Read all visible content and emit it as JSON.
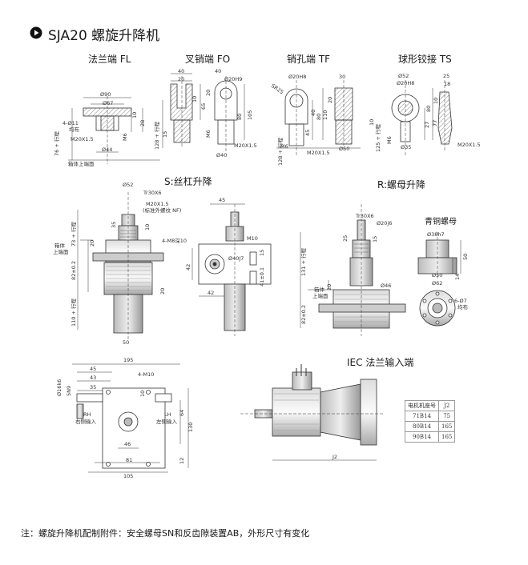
{
  "title": "SJA20 螺旋升降机",
  "sections": {
    "fl": "法兰端 FL",
    "fo": "叉销端 FO",
    "tf": "销孔端 TF",
    "ts": "球形铰接 TS",
    "s_screw": "S:丝杠升降",
    "r_nut": "R:螺母升降",
    "bronze_nut": "青铜螺母",
    "iec": "IEC 法兰输入端"
  },
  "fl_dims": {
    "d90": "Ø90",
    "d67": "Ø67",
    "holes": "4-Ø11",
    "holes2": "均布",
    "m20": "M20X1.5",
    "m6": "M6",
    "l10": "10",
    "l28": "28",
    "d44": "Ø44",
    "stroke76": "76 + 行程",
    "base": "箱体上端面"
  },
  "fo_dims": {
    "w40": "40",
    "w20": "20",
    "d20h9": "Ø20H9",
    "l40": "40",
    "l65": "65",
    "l105": "105",
    "l80": "80",
    "l10": "10",
    "l20": "20",
    "l15": "15",
    "m6": "M6",
    "stroke128": "128 + 行程",
    "d40": "Ø40",
    "m20": "M20X1.5"
  },
  "tf_dims": {
    "d20h8": "Ø20H8",
    "sr25": "SR25",
    "w30": "30",
    "l20": "20",
    "l40": "40",
    "l110": "110",
    "l80": "80",
    "l45": "45",
    "l10": "10",
    "m6": "M6",
    "stroke128": "128 + 行程",
    "m20": "M20X1.5",
    "d50": "Ø50"
  },
  "ts_dims": {
    "d52": "Ø52",
    "d20h8": "Ø20H8",
    "w25": "25",
    "w18": "18",
    "l10": "10",
    "l77": "77",
    "l27": "27",
    "l80": "80",
    "m6": "M6",
    "stroke125": "125 + 行程",
    "d35": "Ø35",
    "m20": "M20X1.5"
  },
  "s_dims": {
    "d52": "Ø52",
    "tr30": "Tr30X6",
    "m20": "M20X1.5",
    "m20note": "(标准外螺纹 NF)",
    "l35": "35",
    "l10": "10",
    "stroke73": "73 + 行程",
    "box_top": "箱体",
    "box_top2": "上端面",
    "l20": "20",
    "l82": "82±0.2",
    "stroke110": "110 + 行程",
    "l50": "50",
    "l45": "45",
    "m8": "4-M8深10",
    "m10": "M10",
    "l15": "15",
    "d40j7": "Ø40J7",
    "l42": "42",
    "l41": "41±0.1",
    "l42b": "42",
    "l20b": "20"
  },
  "r_dims": {
    "tr30": "Tr30X6",
    "d20j6": "Ø20j6",
    "l25": "25",
    "l15": "15",
    "stroke131": "131 + 行程",
    "l20": "20",
    "d46": "Ø46",
    "box_top": "箱体",
    "box_top2": "上端面",
    "l82": "82±0.2",
    "d38h7": "Ø38h7",
    "l50": "50",
    "d50": "Ø50",
    "d62": "Ø62",
    "l14": "14",
    "holes": "6-Ø7",
    "holes2": "均布"
  },
  "bottom_dims": {
    "l195": "195",
    "l45": "45",
    "l43": "43",
    "l35": "35",
    "l10": "10",
    "m10": "4-M10",
    "d16k6": "Ø16k6",
    "key": "5N9",
    "rh": "RH",
    "rh_label": "右侧输入",
    "lh": "LH",
    "lh_label": "左侧输入",
    "l46": "46",
    "l81": "81",
    "l105": "105",
    "l64": "64",
    "l130": "130",
    "l12": "12",
    "j2": "J2"
  },
  "motor_table": {
    "header": [
      "电机机座号",
      "J2"
    ],
    "rows": [
      [
        "71B14",
        "75"
      ],
      [
        "80B14",
        "165"
      ],
      [
        "90B14",
        "165"
      ]
    ]
  },
  "footnote": "注：螺旋升降机配制附件：安全螺母SN和反齿隙装置AB，外形尺寸有变化"
}
